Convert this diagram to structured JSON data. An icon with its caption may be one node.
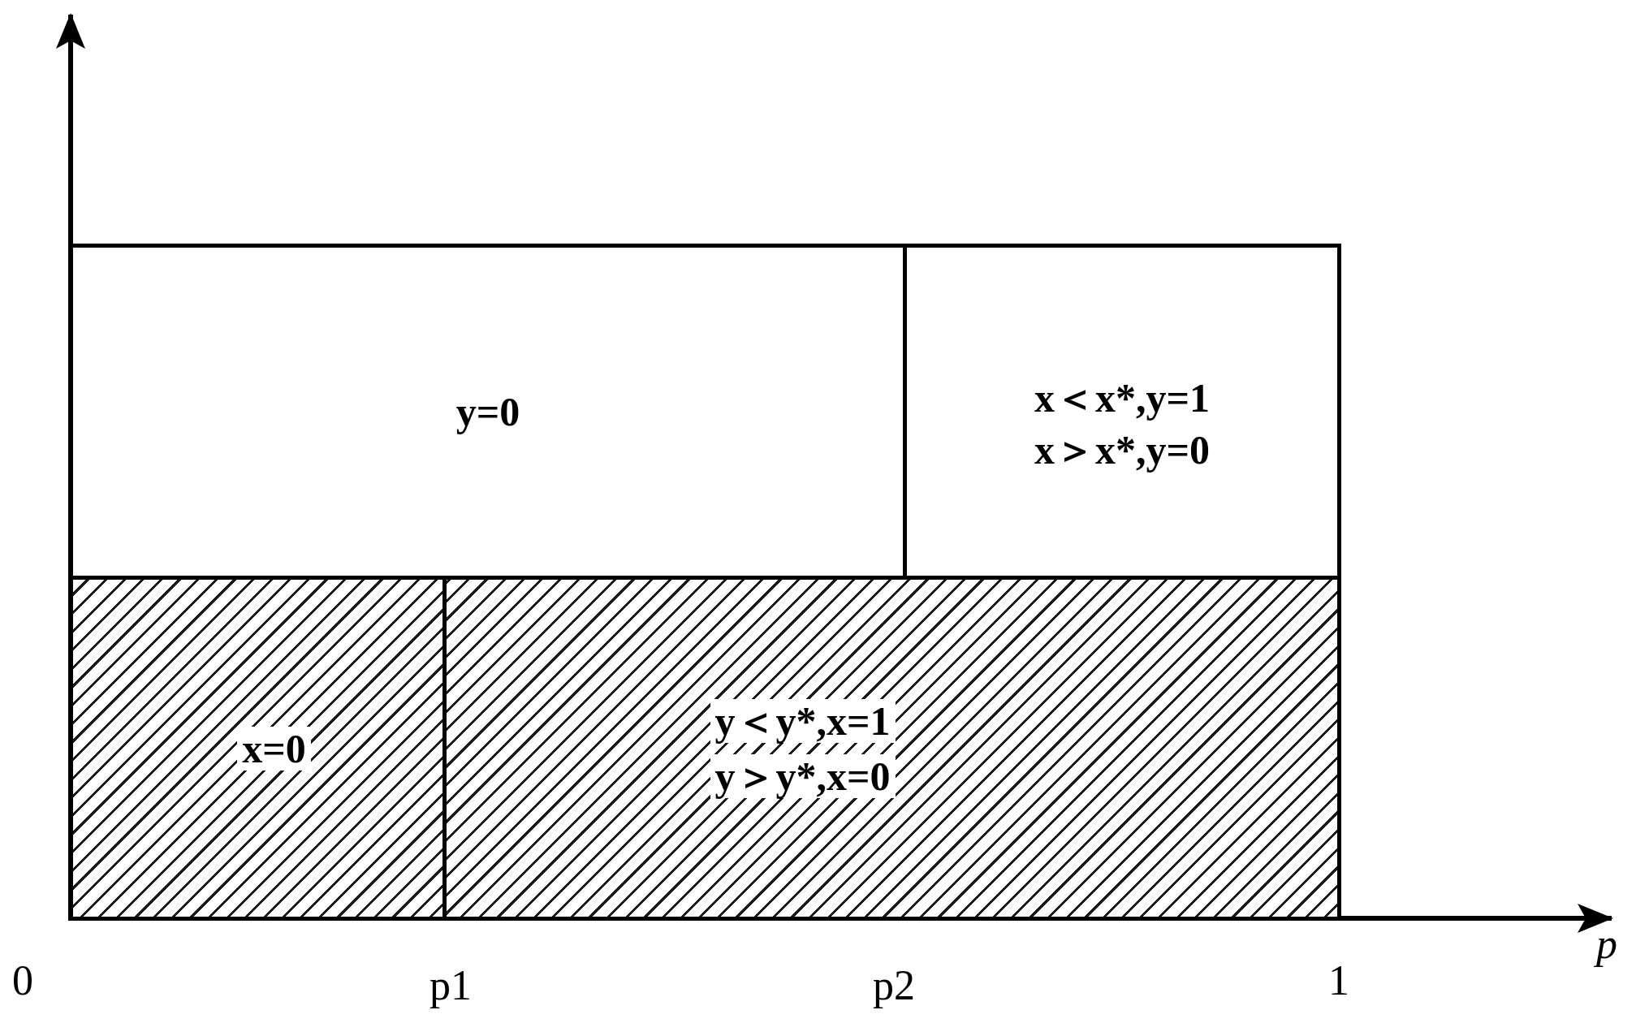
{
  "diagram": {
    "nodes": [
      {
        "text": [
          "y=0"
        ]
      },
      {
        "text": [
          "x＜x*,y=1",
          "x＞x*,y=0"
        ]
      },
      {
        "text": [
          "x=0"
        ]
      },
      {
        "text": [
          "y＜y*,x=1",
          "y＞y*,x=0"
        ]
      }
    ],
    "labels": [
      "0",
      "p1",
      "p2",
      "1",
      "p"
    ]
  }
}
